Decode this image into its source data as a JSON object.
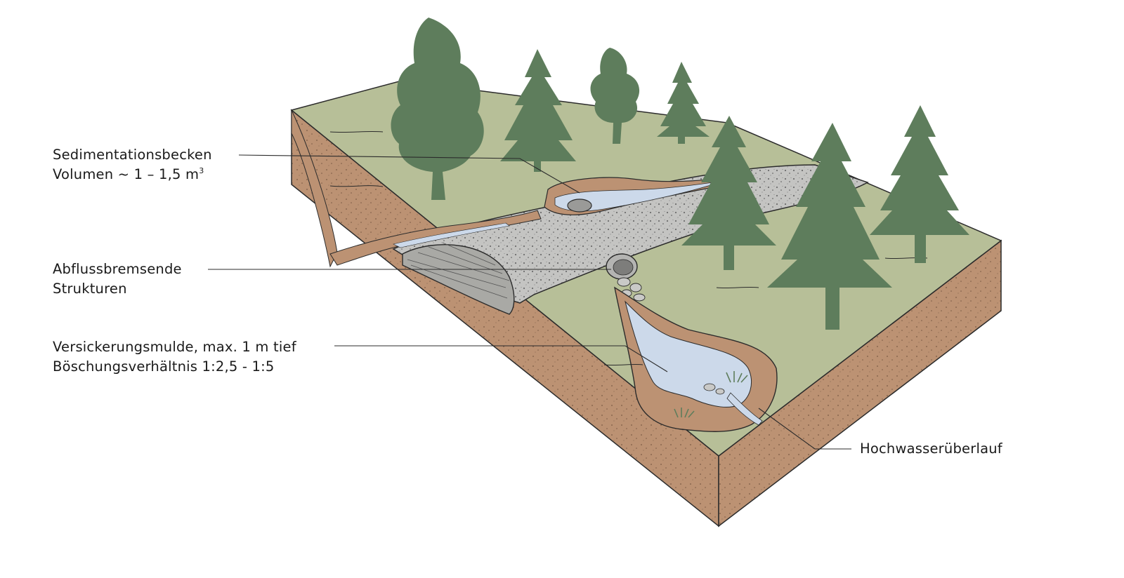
{
  "labels": {
    "sedimentation": {
      "line1": "Sedimentationsbecken",
      "line2_prefix": "Volumen ~ 1 – 1,5 m",
      "line2_sup": "3"
    },
    "abfluss": {
      "line1": "Abflussbremsende",
      "line2": "Strukturen"
    },
    "versickerung": {
      "line1": "Versickerungsmulde, max. 1 m tief",
      "line2": "Böschungsverhältnis  1:2,5 - 1:5"
    },
    "hochwasser": {
      "line1": "Hochwasserüberlauf"
    }
  },
  "colors": {
    "grass": "#b7bf98",
    "soil": "#bc9273",
    "tree": "#5e7d5c",
    "road": "#c4c4c2",
    "water": "#ccd9ea",
    "outline": "#2b2b2b"
  }
}
